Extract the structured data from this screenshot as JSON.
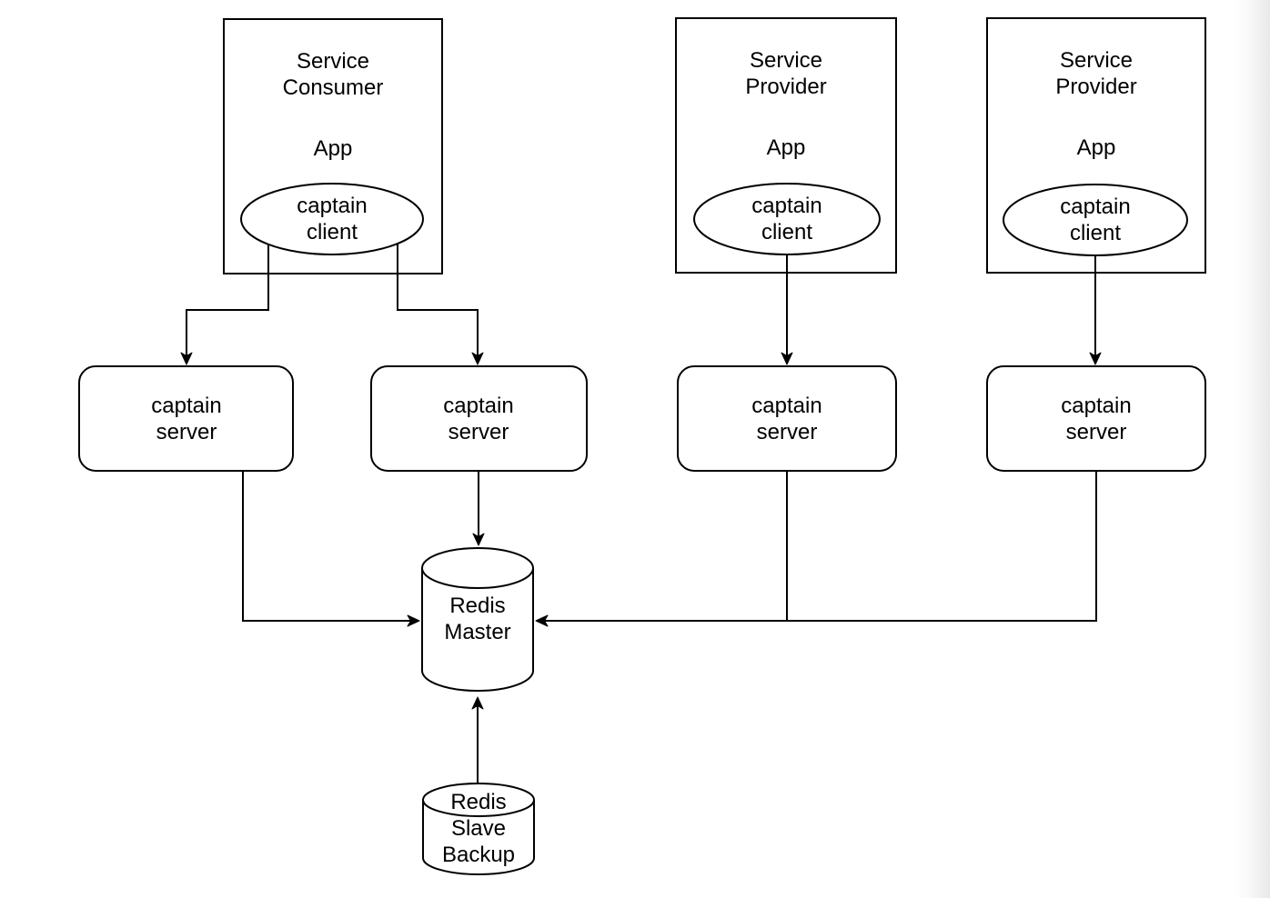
{
  "page": {
    "background_color": "#ffffff",
    "stroke_color": "#000000"
  },
  "app_boxes": [
    {
      "title": "Service\nConsumer",
      "app_label": "App",
      "client_label": "captain\nclient"
    },
    {
      "title": "Service\nProvider",
      "app_label": "App",
      "client_label": "captain\nclient"
    },
    {
      "title": "Service\nProvider",
      "app_label": "App",
      "client_label": "captain\nclient"
    }
  ],
  "servers": [
    {
      "label": "captain\nserver"
    },
    {
      "label": "captain\nserver"
    },
    {
      "label": "captain\nserver"
    },
    {
      "label": "captain\nserver"
    }
  ],
  "databases": {
    "master": {
      "label": "Redis\nMaster"
    },
    "slave": {
      "label": "Redis\nSlave\nBackup"
    }
  }
}
